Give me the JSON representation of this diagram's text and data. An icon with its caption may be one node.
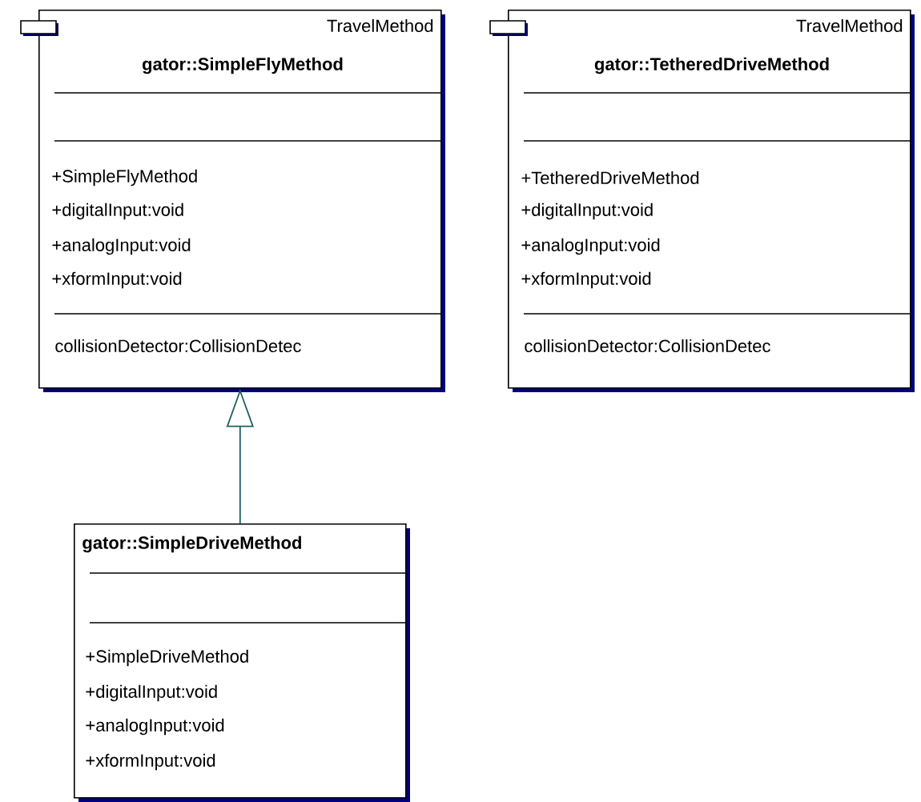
{
  "diagram": {
    "nodes": [
      {
        "text": [
          "TravelMethod",
          "gator::SimpleFlyMethod",
          "+SimpleFlyMethod",
          "+digitalInput:void",
          "+analogInput:void",
          "+xformInput:void",
          "collisionDetector:CollisionDetec"
        ]
      },
      {
        "text": [
          "TravelMethod",
          "gator::TetheredDriveMethod",
          "+TetheredDriveMethod",
          "+digitalInput:void",
          "+analogInput:void",
          "+xformInput:void",
          "collisionDetector:CollisionDetec"
        ]
      },
      {
        "text": [
          "gator::SimpleDriveMethod",
          "+SimpleDriveMethod",
          "+digitalInput:void",
          "+analogInput:void",
          "+xformInput:void"
        ]
      }
    ],
    "edges": [
      {
        "from": 2,
        "to": 0,
        "arrow": "to",
        "color": "#1f5f5f"
      }
    ]
  }
}
